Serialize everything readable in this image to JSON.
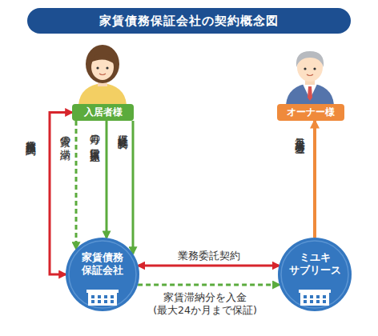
{
  "diagram": {
    "title": "家賃債務保証会社の契約概念図",
    "nodes": [
      {
        "text": [
          "入居者様"
        ]
      },
      {
        "text": [
          "オーナー様"
        ]
      },
      {
        "text": [
          "家賃債務 保証会社"
        ]
      },
      {
        "text": [
          "ミユキ サブリース"
        ]
      }
    ],
    "edges": [
      {
        "from": 0,
        "to": 2,
        "arrow": "both",
        "label": "家賃債務保証契約"
      },
      {
        "from": 0,
        "to": 2,
        "arrow": "to",
        "label": "家賃の滞納"
      },
      {
        "from": 0,
        "to": 2,
        "arrow": "to",
        "label": "毎月の家賃口座振込"
      },
      {
        "from": 0,
        "to": 2,
        "arrow": "to",
        "label": "保証会社委託料"
      },
      {
        "from": 2,
        "to": 3,
        "arrow": "both",
        "label": "業務委託契約"
      },
      {
        "from": 2,
        "to": 3,
        "arrow": "to",
        "label": "家賃滞納分を入金 (最大24か月まで保証)"
      },
      {
        "from": 3,
        "to": 1,
        "arrow": "to",
        "label": "毎月全入居者分送金"
      }
    ]
  }
}
